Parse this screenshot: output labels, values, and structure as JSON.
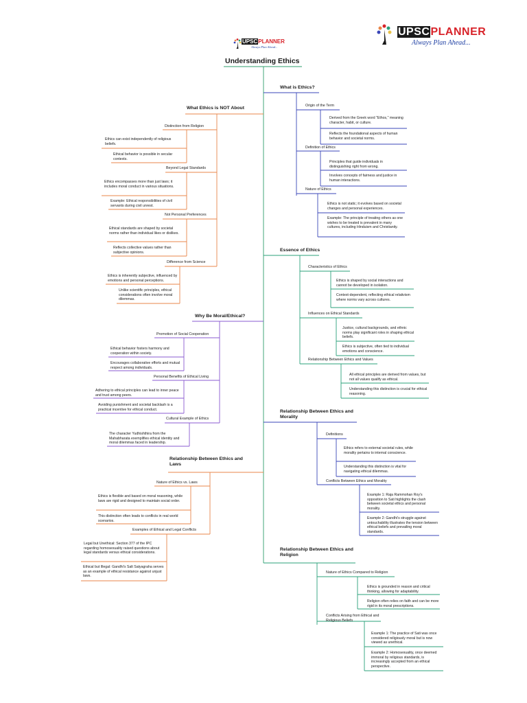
{
  "logo": {
    "part1": "UPSC",
    "part2": "PLANNER",
    "tagline": "Always Plan Ahead..."
  },
  "title": "Understanding Ethics",
  "colors": {
    "root": "#2e9e6b",
    "orange": "#e8864a",
    "blue": "#3a46b8",
    "teal": "#2aa07a",
    "purple": "#8a5ad0"
  },
  "right": {
    "what_is": {
      "heading": "What is Ethics?",
      "origin": {
        "label": "Origin of the Term",
        "items": [
          "Derived from the Greek word \"Ethos,\" meaning character, habit, or culture.",
          "Reflects the foundational aspects of human behavior and societal norms."
        ]
      },
      "definition": {
        "label": "Definition of Ethics",
        "items": [
          "Principles that guide individuals in distinguishing right from wrong.",
          "Involves concepts of fairness and justice in human interactions."
        ]
      },
      "nature": {
        "label": "Nature of Ethics",
        "items": [
          "Ethics is not static; it evolves based on societal changes and personal experiences.",
          "Example: The principle of treating others as one wishes to be treated is prevalent in many cultures, including Hinduism and Christianity."
        ]
      }
    },
    "essence": {
      "heading": "Essence of Ethics",
      "characteristics": {
        "label": "Characteristics of Ethics",
        "items": [
          "Ethics is shaped by social interactions and cannot be developed in isolation.",
          "Context-dependent, reflecting ethical relativism where norms vary across cultures."
        ]
      },
      "influences": {
        "label": "Influences on Ethical Standards",
        "items": [
          "Justice, cultural backgrounds, and ethnic norms play significant roles in shaping ethical beliefs.",
          "Ethics is subjective, often tied to individual emotions and conscience."
        ]
      },
      "relationship": {
        "label": "Relationship Between Ethics and Values",
        "items": [
          "All ethical principles are derived from values, but not all values qualify as ethical.",
          "Understanding this distinction is crucial for ethical reasoning."
        ]
      }
    },
    "morality": {
      "heading": "Relationship Between Ethics and Morality",
      "definitions": {
        "label": "Definitions",
        "items": [
          "Ethics refers to external societal rules, while morality pertains to internal conscience.",
          "Understanding this distinction is vital for navigating ethical dilemmas."
        ]
      },
      "conflicts": {
        "label": "Conflicts Between Ethics and Morality",
        "items": [
          "Example 1: Raja Rammohan Roy's opposition to Sati highlights the clash between societal ethics and personal morality.",
          "Example 2: Gandhi's struggle against untouchability illustrates the tension between ethical beliefs and prevailing moral standards."
        ]
      }
    },
    "religion": {
      "heading": "Relationship Between Ethics and Religion",
      "nature": {
        "label": "Nature of Ethics Compared to Religion",
        "items": [
          "Ethics is grounded in reason and critical thinking, allowing for adaptability.",
          "Religion often relies on faith and can be more rigid in its moral prescriptions."
        ]
      },
      "conflicts": {
        "label": "Conflicts Arising from Ethical and Religious Beliefs",
        "items": [
          "Example 1: The practice of Sati was once considered religiously moral but is now viewed as unethical.",
          "Example 2: Homosexuality, once deemed immoral by religious standards, is increasingly accepted from an ethical perspective."
        ]
      }
    }
  },
  "left": {
    "not_about": {
      "heading": "What Ethics is NOT About",
      "religion": {
        "label": "Distinction from Religion",
        "items": [
          "Ethics can exist independently of religious beliefs.",
          "Ethical behavior is possible in secular contexts."
        ]
      },
      "legal": {
        "label": "Beyond Legal Standards",
        "items": [
          "Ethics encompasses more than just laws; it includes moral conduct in various situations.",
          "Example: Ethical responsibilities of civil servants during civil unrest."
        ]
      },
      "personal": {
        "label": "Not Personal Preferences",
        "items": [
          "Ethical standards are shaped by societal norms rather than individual likes or dislikes.",
          "Reflects collective values rather than subjective opinions."
        ]
      },
      "science": {
        "label": "Difference from Science",
        "items": [
          "Ethics is inherently subjective, influenced by emotions and personal perceptions.",
          "Unlike scientific principles, ethical considerations often involve moral dilemmas."
        ]
      }
    },
    "why_moral": {
      "heading": "Why Be Moral/Ethical?",
      "social": {
        "label": "Promotion of Social Cooperation",
        "items": [
          "Ethical behavior fosters harmony and cooperation within society.",
          "Encourages collaborative efforts and mutual respect among individuals."
        ]
      },
      "personal": {
        "label": "Personal Benefits of Ethical Living",
        "items": [
          "Adhering to ethical principles can lead to inner peace and trust among peers.",
          "Avoiding punishment and societal backlash is a practical incentive for ethical conduct."
        ]
      },
      "cultural": {
        "label": "Cultural Example of Ethics",
        "items": [
          "The character Yudhishthira from the Mahabharata exemplifies ethical identity and moral dilemmas faced in leadership."
        ]
      }
    },
    "laws": {
      "heading": "Relationship Between Ethics and Laws",
      "nature": {
        "label": "Nature of Ethics vs. Laws",
        "items": [
          "Ethics is flexible and based on moral reasoning, while laws are rigid and designed to maintain social order.",
          "This distinction often leads to conflicts in real world scenarios."
        ]
      },
      "examples": {
        "label": "Examples of Ethical and Legal Conflicts",
        "items": [
          "Legal but Unethical: Section 377 of the IPC regarding homosexuality raised questions about legal standards versus ethical considerations.",
          "Ethical but Illegal: Gandhi's Salt Satyagraha serves as an example of ethical resistance against unjust laws."
        ]
      }
    }
  }
}
